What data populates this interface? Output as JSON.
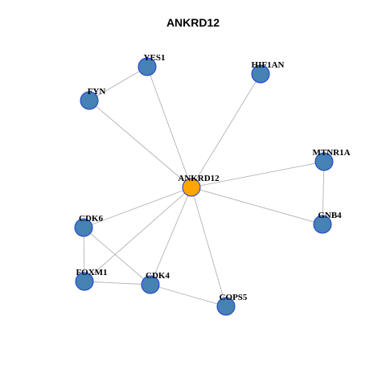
{
  "title": "ANKRD12",
  "colors": {
    "center_node": "#FFA500",
    "neighbor_node": "#4682B4",
    "node_border": "#1C3CCF",
    "edge": "#B3B3B3"
  },
  "nodes": [
    {
      "id": "ANKRD12",
      "label": "ANKRD12",
      "role": "center"
    },
    {
      "id": "YES1",
      "label": "YES1",
      "role": "neighbor"
    },
    {
      "id": "HIF1AN",
      "label": "HIF1AN",
      "role": "neighbor"
    },
    {
      "id": "FYN",
      "label": "FYN",
      "role": "neighbor"
    },
    {
      "id": "MTNR1A",
      "label": "MTNR1A",
      "role": "neighbor"
    },
    {
      "id": "GNB4",
      "label": "GNB4",
      "role": "neighbor"
    },
    {
      "id": "CDK6",
      "label": "CDK6",
      "role": "neighbor"
    },
    {
      "id": "FOXM1",
      "label": "FOXM1",
      "role": "neighbor"
    },
    {
      "id": "CDK4",
      "label": "CDK4",
      "role": "neighbor"
    },
    {
      "id": "COPS5",
      "label": "COPS5",
      "role": "neighbor"
    }
  ],
  "edges": [
    [
      "ANKRD12",
      "YES1"
    ],
    [
      "ANKRD12",
      "HIF1AN"
    ],
    [
      "ANKRD12",
      "FYN"
    ],
    [
      "ANKRD12",
      "MTNR1A"
    ],
    [
      "ANKRD12",
      "GNB4"
    ],
    [
      "ANKRD12",
      "CDK6"
    ],
    [
      "ANKRD12",
      "FOXM1"
    ],
    [
      "ANKRD12",
      "CDK4"
    ],
    [
      "ANKRD12",
      "COPS5"
    ],
    [
      "YES1",
      "FYN"
    ],
    [
      "MTNR1A",
      "GNB4"
    ],
    [
      "CDK6",
      "FOXM1"
    ],
    [
      "CDK6",
      "CDK4"
    ],
    [
      "FOXM1",
      "CDK4"
    ],
    [
      "CDK4",
      "COPS5"
    ]
  ]
}
